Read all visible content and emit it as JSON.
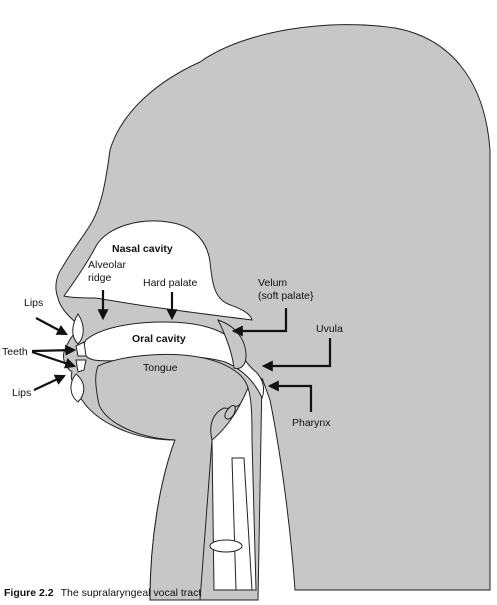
{
  "labels": {
    "nasal_cavity": "Nasal cavity",
    "alveolar_line1": "Alveolar",
    "alveolar_line2": "ridge",
    "hard_palate": "Hard palate",
    "velum_line1": "Velum",
    "velum_line2": "(soft palate}",
    "lips_top": "Lips",
    "teeth": "Teeth",
    "lips_bottom": "Lips",
    "oral_cavity": "Oral cavity",
    "uvula": "Uvula",
    "tongue": "Tongue",
    "pharynx": "Pharynx"
  },
  "caption": {
    "number": "Figure 2.2",
    "text": "The supralaryngeal vocal tract"
  },
  "colors": {
    "head_fill": "#c7c7c7",
    "outline": "#222222",
    "arrow": "#111111"
  }
}
